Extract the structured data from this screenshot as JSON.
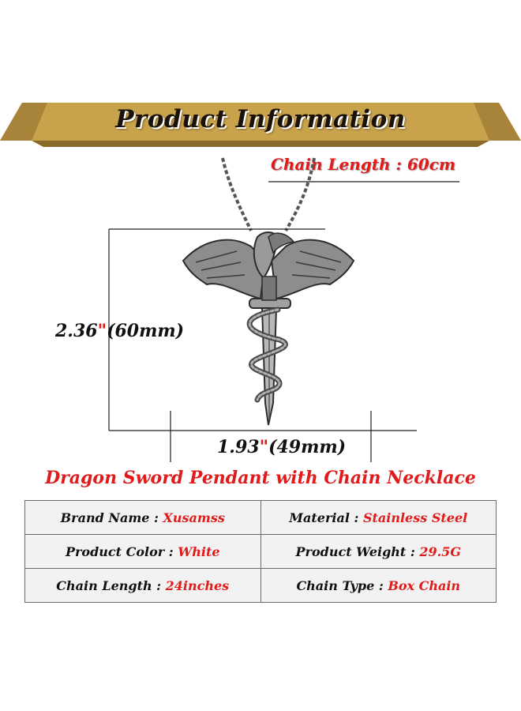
{
  "banner": {
    "title": "Product  Information"
  },
  "chain_length_label": "Chain Length : 60cm",
  "dimensions": {
    "height": {
      "value": "2.36",
      "prime": "\"",
      "metric": "(60mm)"
    },
    "width": {
      "value": "1.93",
      "prime": "\"",
      "metric": "(49mm)"
    }
  },
  "product_title": "Dragon Sword Pendant with Chain Necklace",
  "specs": [
    [
      {
        "label": "Brand Name : ",
        "value": "Xusamss"
      },
      {
        "label": "Material : ",
        "value": "Stainless Steel"
      }
    ],
    [
      {
        "label": "Product Color : ",
        "value": "White"
      },
      {
        "label": "Product Weight : ",
        "value": "29.5G"
      }
    ],
    [
      {
        "label": "Chain Length : ",
        "value": "24inches"
      },
      {
        "label": "Chain Type : ",
        "value": "Box Chain"
      }
    ]
  ],
  "colors": {
    "accent_red": "#e01b1b",
    "banner_gold": "#c9a24c",
    "banner_dark": "#8a6a28",
    "table_bg": "#f2f2f2"
  },
  "icons": {
    "product_image": "dragon-sword-pendant-icon"
  }
}
